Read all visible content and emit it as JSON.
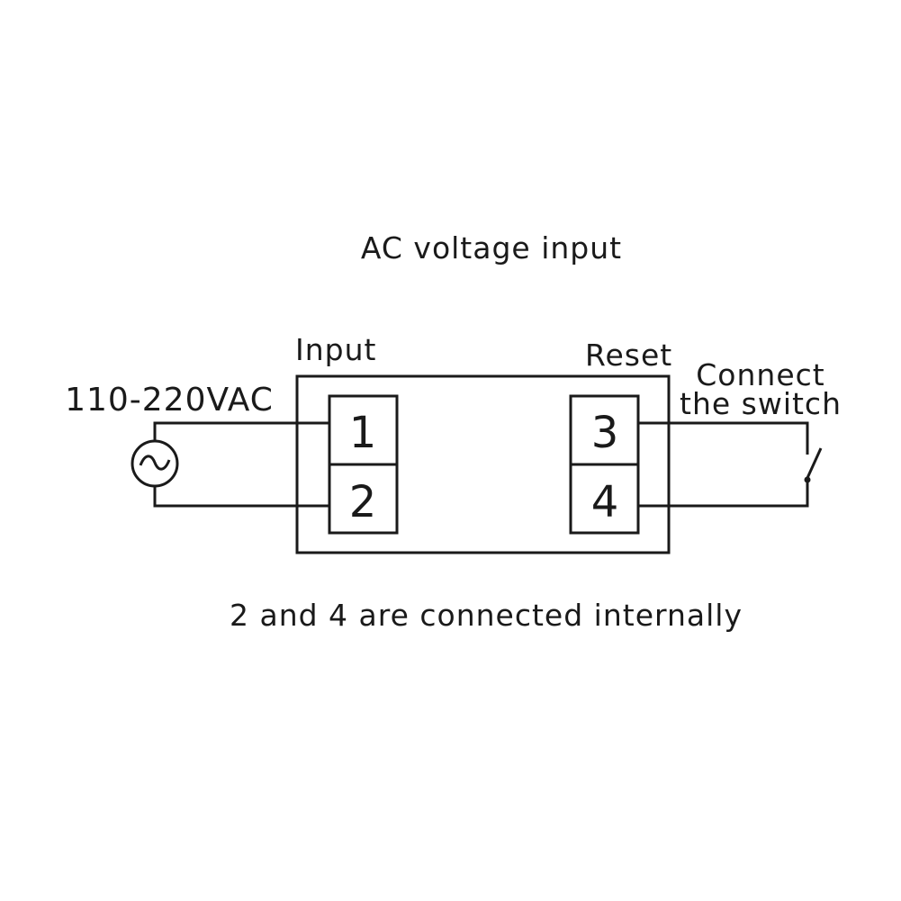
{
  "title": "AC voltage input",
  "supply_label": "110-220VAC",
  "input_label": "Input",
  "reset_label": "Reset",
  "switch_label_line1": "Connect",
  "switch_label_line2": "the switch",
  "terminals": [
    "1",
    "2",
    "3",
    "4"
  ],
  "note": "2 and 4 are connected internally",
  "ac_source_icon": "ac-source-symbol",
  "switch_icon": "switch-symbol",
  "colors": {
    "line": "#1a1a1a",
    "background": "#ffffff"
  }
}
